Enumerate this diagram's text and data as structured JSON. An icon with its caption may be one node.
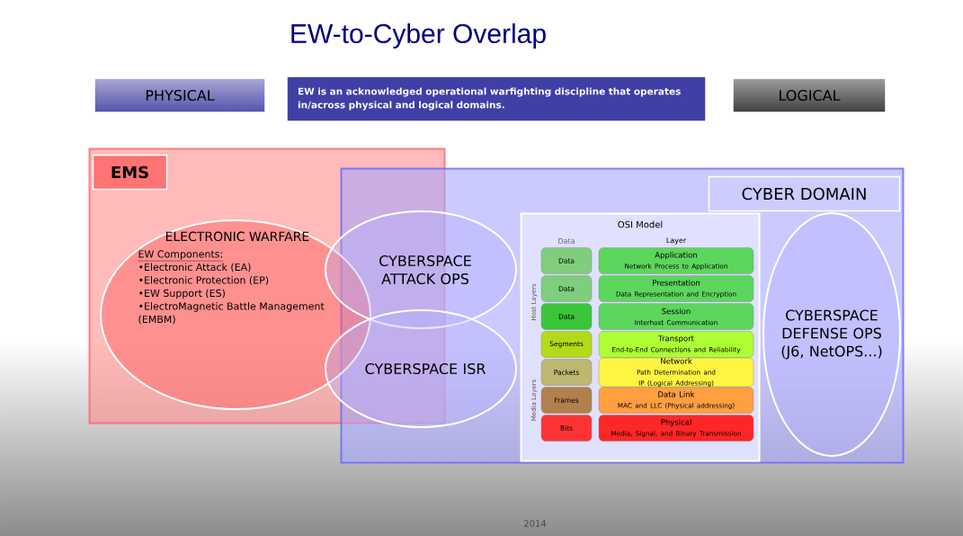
{
  "diagram": {
    "title": "EW-to-Cyber Overlap",
    "nodes": [
      {
        "text": [
          "PHYSICAL"
        ]
      },
      {
        "text": [
          "EW is an acknowledged operational warfighting discipline that operates in/across physical and logical domains."
        ]
      },
      {
        "text": [
          "LOGICAL"
        ]
      },
      {
        "text": [
          "EMS"
        ]
      },
      {
        "text": [
          "CYBER DOMAIN"
        ]
      },
      {
        "text": [
          "ELECTRONIC WARFARE",
          "EW Components:",
          "•Electronic Attack (EA)",
          "•Electronic Protection (EP)",
          "•EW Support (ES)",
          "•ElectroMagnetic Battle Management (EMBM)"
        ],
        "in": 3
      },
      {
        "text": [
          "CYBERSPACE ATTACK OPS"
        ]
      },
      {
        "text": [
          "CYBERSPACE ISR"
        ]
      },
      {
        "text": [
          "OSI Model",
          "Data",
          "Layer",
          "Host Layers",
          "Media Layers"
        ],
        "in": 4
      },
      {
        "text": [
          "Data"
        ],
        "in": 8
      },
      {
        "text": [
          "Application",
          "Network Process to Application"
        ],
        "in": 8
      },
      {
        "text": [
          "Data"
        ],
        "in": 8
      },
      {
        "text": [
          "Presentation",
          "Data Representation and Encryption"
        ],
        "in": 8
      },
      {
        "text": [
          "Data"
        ],
        "in": 8
      },
      {
        "text": [
          "Session",
          "Interhost Communication"
        ],
        "in": 8
      },
      {
        "text": [
          "Segments"
        ],
        "in": 8
      },
      {
        "text": [
          "Transport",
          "End-to-End Connections and Reliability"
        ],
        "in": 8
      },
      {
        "text": [
          "Packets"
        ],
        "in": 8
      },
      {
        "text": [
          "Network",
          "Path Determination and IP (Logical Addressing)"
        ],
        "in": 8
      },
      {
        "text": [
          "Frames"
        ],
        "in": 8
      },
      {
        "text": [
          "Data Link",
          "MAC and LLC (Physical addressing)"
        ],
        "in": 8
      },
      {
        "text": [
          "Bits"
        ],
        "in": 8
      },
      {
        "text": [
          "Physical",
          "Media, Signal, and Binary Transmission"
        ],
        "in": 8
      },
      {
        "text": [
          "CYBERSPACE DEFENSE OPS",
          "(J6, NetOPS...)"
        ],
        "in": 4
      }
    ],
    "labels": [
      "2014"
    ]
  }
}
